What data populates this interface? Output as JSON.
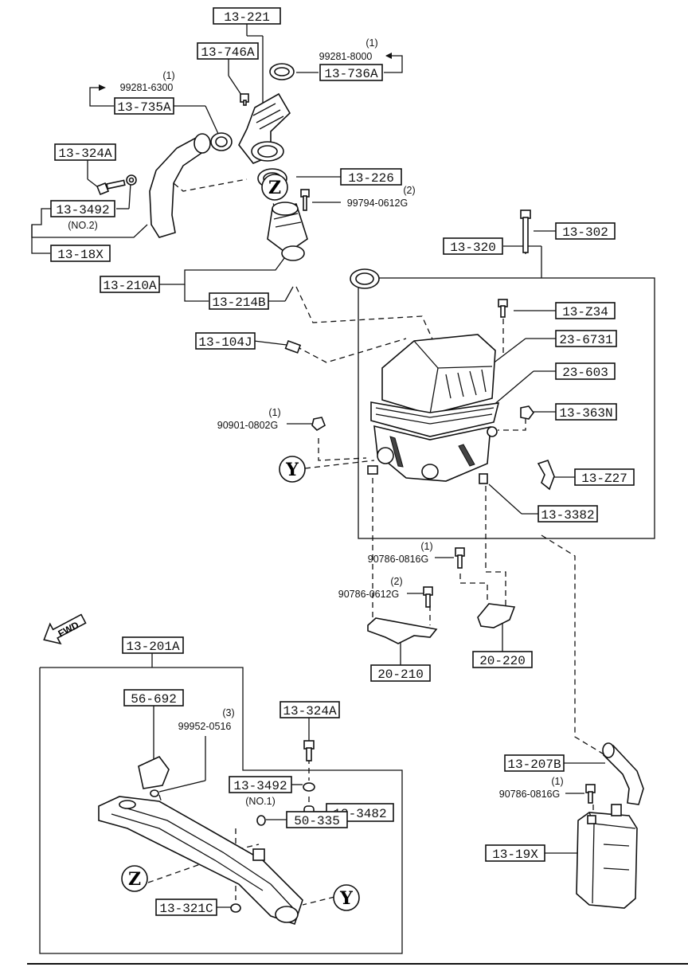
{
  "labels": {
    "p13_221": "13-221",
    "p13_746a": "13-746A",
    "p13_736a": "13-736A",
    "p13_735a": "13-735A",
    "p13_324a_top": "13-324A",
    "p13_3492_top": "13-3492",
    "no2": "(NO.2)",
    "p13_18x": "13-18X",
    "p13_226": "13-226",
    "p13_210a": "13-210A",
    "p13_214b": "13-214B",
    "p13_104j": "13-104J",
    "p13_320": "13-320",
    "p13_302": "13-302",
    "p13_z34": "13-Z34",
    "p23_6731": "23-6731",
    "p23_603": "23-603",
    "p13_363n": "13-363N",
    "p13_z27": "13-Z27",
    "p13_3382": "13-3382",
    "p20_210": "20-210",
    "p20_220": "20-220",
    "p13_201a": "13-201A",
    "p56_692": "56-692",
    "p13_324a_bot": "13-324A",
    "p13_3492_bot": "13-3492",
    "no1": "(NO.1)",
    "p13_3482": "13-3482",
    "p50_335": "50-335",
    "p13_321c": "13-321C",
    "p13_207b": "13-207B",
    "p13_19x": "13-19X"
  },
  "callouts": {
    "c99281_8000": "99281-8000",
    "q99281_8000": "(1)",
    "c99281_6300": "99281-6300",
    "q99281_6300": "(1)",
    "c99794_0612g": "99794-0612G",
    "q99794_0612g": "(2)",
    "c90901_0802g": "90901-0802G",
    "q90901_0802g": "(1)",
    "c90786_0816g_mid": "90786-0816G",
    "q90786_0816g_mid": "(1)",
    "c90786_0612g": "90786-0612G",
    "q90786_0612g": "(2)",
    "c99952_0516": "99952-0516",
    "q99952_0516": "(3)",
    "c90786_0816g_bot": "90786-0816G",
    "q90786_0816g_bot": "(1)"
  },
  "markers": {
    "z_top": "Z",
    "y_mid": "Y",
    "z_bot": "Z",
    "y_bot": "Y",
    "fwd": "FWD"
  }
}
